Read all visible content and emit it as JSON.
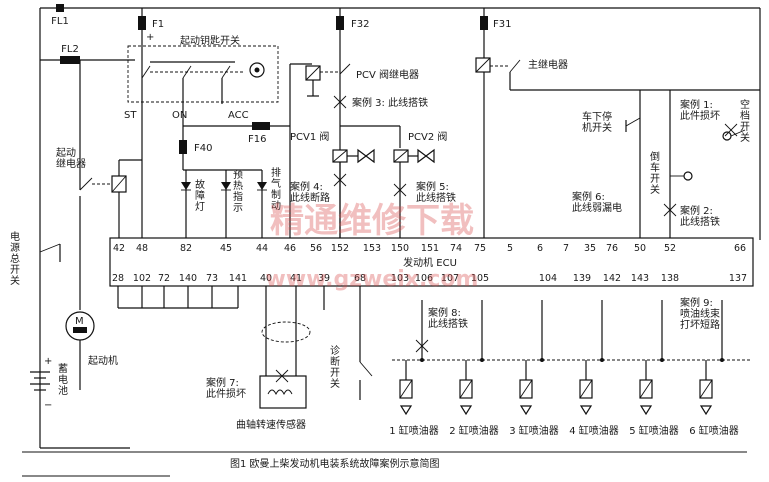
{
  "fuses": {
    "fl1": "FL1",
    "fl2": "FL2",
    "f1": "F1",
    "f32": "F32",
    "f31": "F31",
    "f40": "F40",
    "f16": "F16"
  },
  "relays": {
    "start_relay": "起动\n继电器",
    "pcv_relay": "PCV 阀继电器",
    "main_relay": "主继电器",
    "key_switch": "起动钥匙开关"
  },
  "key_positions": [
    "ST",
    "ON",
    "ACC"
  ],
  "valves": {
    "pcv1": "PCV1 阀",
    "pcv2": "PCV2 阀"
  },
  "lamps": [
    {
      "name": "故\n障\n灯"
    },
    {
      "name": "预\n热\n指\n示"
    },
    {
      "name": "排\n气\n制\n动"
    }
  ],
  "switches": {
    "power_main": "电\n源\n总\n开\n关",
    "stop_switch": "车下停\n机开关",
    "reverse_switch": "倒\n车\n开\n关",
    "neutral_switch": "空\n档\n开\n关",
    "diag_switch": "诊\n断\n开\n关"
  },
  "components": {
    "battery": "蓄\n电\n池",
    "starter": "起动机",
    "crank_sensor": "曲轴转速传感器",
    "ecu": "发动机 ECU",
    "motor_symbol": "M",
    "plus": "+",
    "minus": "−"
  },
  "cases": [
    "案例 1:\n此件损坏",
    "案例 2:\n此线搭铁",
    "案例 3: 此线搭铁",
    "案例 4:\n此线断路",
    "案例 5:\n此线搭铁",
    "案例 6:\n此线弱漏电",
    "案例 7:\n此件损坏",
    "案例 8:\n此线搭铁",
    "案例 9:\n喷油线束\n打坏短路"
  ],
  "ecu_top_pins": [
    "42",
    "48",
    "82",
    "45",
    "44",
    "46",
    "56",
    "152",
    "153",
    "150",
    "151",
    "74",
    "75",
    "5",
    "6",
    "7",
    "35",
    "76",
    "50",
    "52",
    "66"
  ],
  "ecu_bottom_pins": [
    "28",
    "102",
    "72",
    "140",
    "73",
    "141",
    "40",
    "41",
    "39",
    "68",
    "103",
    "106",
    "107",
    "105",
    "104",
    "139",
    "142",
    "143",
    "138",
    "137"
  ],
  "injectors": [
    "1 缸喷油器",
    "2 缸喷油器",
    "3 缸喷油器",
    "4 缸喷油器",
    "5 缸喷油器",
    "6 缸喷油器"
  ],
  "watermark": {
    "cn": "精通维修下载",
    "url": "www.gzweix.com"
  },
  "caption": "图1   欧曼上柴发动机电装系统故障案例示意简图"
}
